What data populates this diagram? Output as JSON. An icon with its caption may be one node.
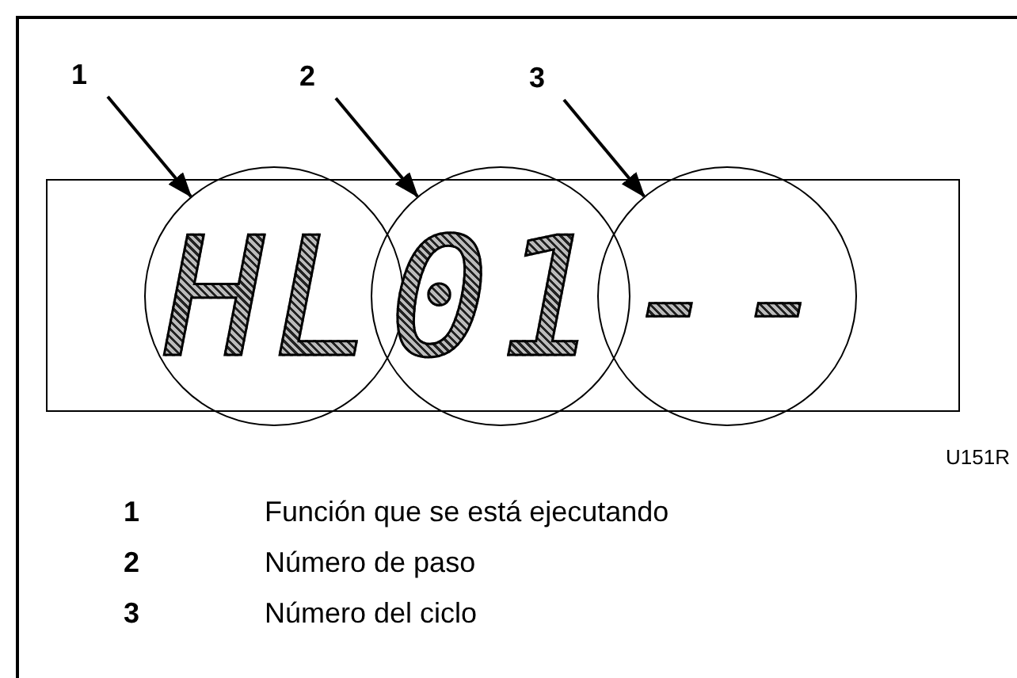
{
  "diagram": {
    "nodes": [
      {
        "text": [
          "1"
        ]
      },
      {
        "text": [
          "2"
        ]
      },
      {
        "text": [
          "3"
        ]
      },
      {
        "text": [],
        "shape": "circle"
      },
      {
        "text": [],
        "shape": "circle"
      },
      {
        "text": [],
        "shape": "circle"
      }
    ],
    "edges": [
      {
        "from": 0,
        "to": 3,
        "arrow": "to"
      },
      {
        "from": 1,
        "to": 4,
        "arrow": "to"
      },
      {
        "from": 2,
        "to": 5,
        "arrow": "to"
      }
    ],
    "labels": [
      "HL",
      "01",
      "--",
      "U151R",
      "1",
      "Función que se está ejecutando",
      "2",
      "Número de paso",
      "3",
      "Número del ciclo"
    ]
  }
}
